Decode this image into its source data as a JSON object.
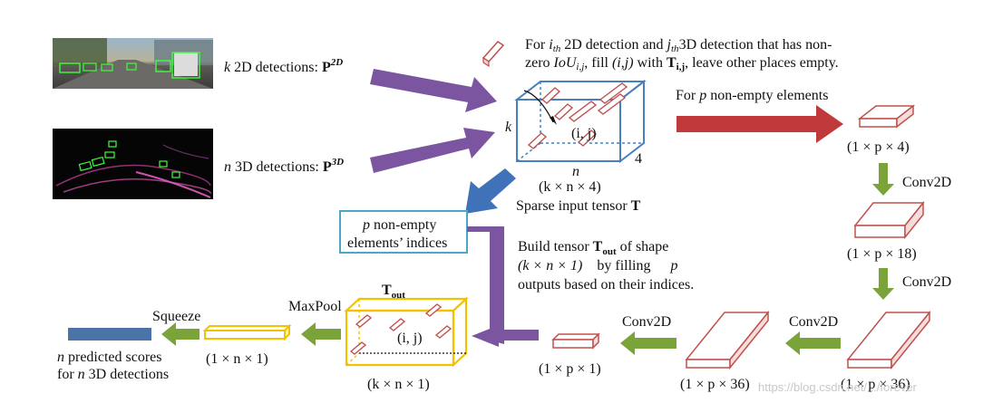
{
  "colors": {
    "purple": "#7b55a0",
    "blue_arrow": "#3f72b8",
    "red_arrow": "#c0393b",
    "green_arrow": "#7aa33a",
    "tensor_blue": "#4a7ebd",
    "slab_red": "#c0504d",
    "tout_yellow": "#f2c200",
    "box_cyan": "#4aa7c6",
    "score_blue": "#4a74a8"
  },
  "inputs": {
    "det2d_prefix": "k",
    "det2d_suffix": " 2D detections: ",
    "det2d_symbol": "P",
    "det2d_sup": "2D",
    "det3d_prefix": "n",
    "det3d_suffix": " 3D detections: ",
    "det3d_symbol": "P",
    "det3d_sup": "3D"
  },
  "legend": {
    "line1a": "For ",
    "line1b": "i",
    "line1c": "th",
    "line1d": " 2D detection and ",
    "line1e": "j",
    "line1f": "th",
    "line1g": "3D detection that has non-",
    "line2a": "zero ",
    "line2b": "IoU",
    "line2c": "i,j",
    "line2d": ", fill ",
    "line2e": "(i,j)",
    "line2f": " with ",
    "line2g": "T",
    "line2h": "i,j",
    "line2i": ", leave other places empty."
  },
  "tensor": {
    "k_label": "k",
    "n_label": "n",
    "four_label": "4",
    "ij_label": "(i, j)",
    "shape": "(k × n × 4)",
    "caption_prefix": "Sparse input tensor ",
    "caption_symbol": "T"
  },
  "nonempty": {
    "text_a": "For ",
    "text_b": "p",
    "text_c": " non-empty elements"
  },
  "indices_box": {
    "line1a": "p",
    "line1b": " non-empty",
    "line2": "elements’ indices"
  },
  "build": {
    "line1a": "Build tensor ",
    "line1b": "T",
    "line1c": "out",
    "line1d": " of shape",
    "line2a": "(k × n × 1)",
    "line2b": "by filling",
    "line2c": "p",
    "line3": "outputs based on their indices."
  },
  "conv_stack": {
    "s1_shape": "(1 × p × 4)",
    "conv1": "Conv2D",
    "s2_shape": "(1 × p × 18)",
    "conv2": "Conv2D",
    "s3_shape": "(1 × p × 36)",
    "conv3": "Conv2D",
    "s4_shape": "(1 × p × 36)",
    "conv4": "Conv2D",
    "s5_shape": "(1 × p × 1)"
  },
  "tout": {
    "title_symbol": "T",
    "title_sub": "out",
    "ij_label": "(i, j)",
    "shape": "(k × n × 1)",
    "maxpool": "MaxPool"
  },
  "output": {
    "flat_shape": "(1 × n × 1)",
    "squeeze": "Squeeze",
    "scores_line1a": "n",
    "scores_line1b": " predicted scores",
    "scores_line2a": "for ",
    "scores_line2b": "n",
    "scores_line2c": " 3D detections"
  },
  "watermark": "https://blog.csdn.net/.../forever"
}
